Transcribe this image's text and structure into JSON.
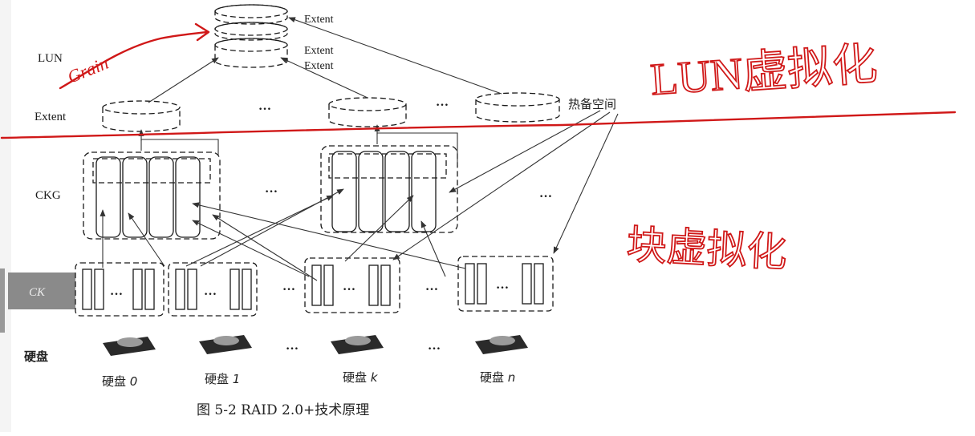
{
  "labels": {
    "lun": "LUN",
    "extent_left": "Extent",
    "ckg": "CKG",
    "ck": "CK",
    "disk_row": "硬盘",
    "hot_spare": "热备空间",
    "extent_stack": [
      "Extent",
      "Extent",
      "Extent"
    ]
  },
  "disks": [
    {
      "name": "硬盘 ",
      "index": "0"
    },
    {
      "name": "硬盘 ",
      "index": "1"
    },
    {
      "name": "硬盘 ",
      "index": "k"
    },
    {
      "name": "硬盘 ",
      "index": "n"
    }
  ],
  "ellipsis": "…",
  "caption": "图 5-2   RAID 2.0+技术原理",
  "annotations": {
    "top_note": "LUN虚拟化",
    "bottom_note": "块虚拟化",
    "arrow_note": "Grain",
    "color": "#d01818"
  }
}
